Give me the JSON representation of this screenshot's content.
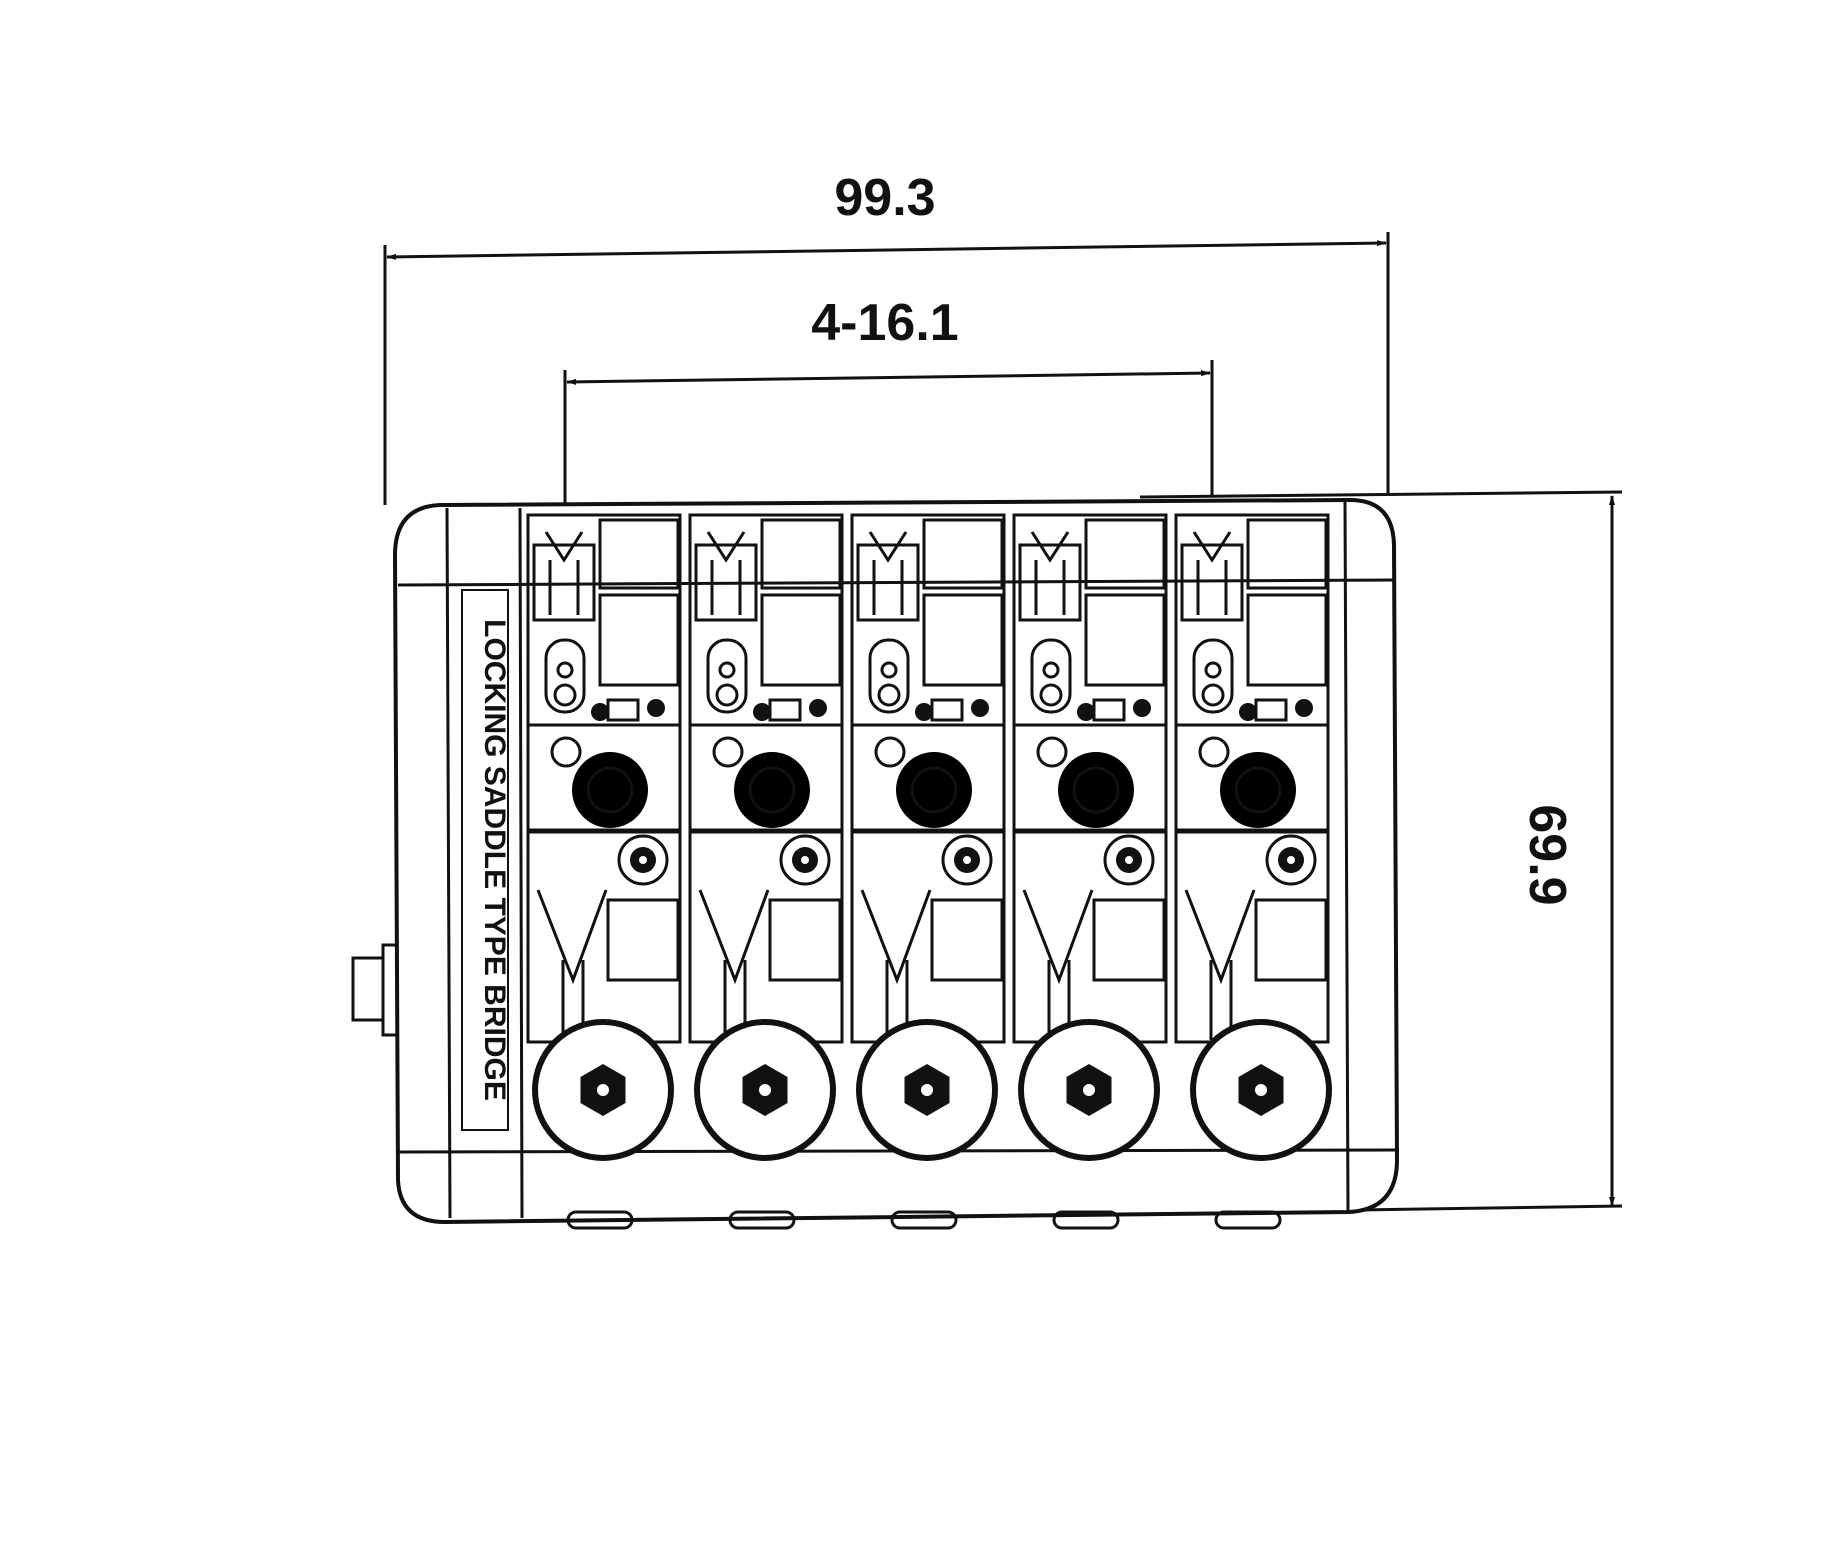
{
  "dimensions": {
    "overall_width": "99.3",
    "string_spacing": "4-16.1",
    "overall_height": "69.9"
  },
  "bridge": {
    "saddle_count": 5,
    "engraving": "LOCKING SADDLE TYPE BRIDGE"
  },
  "colors": {
    "ink": "#111111",
    "paper": "#ffffff"
  }
}
